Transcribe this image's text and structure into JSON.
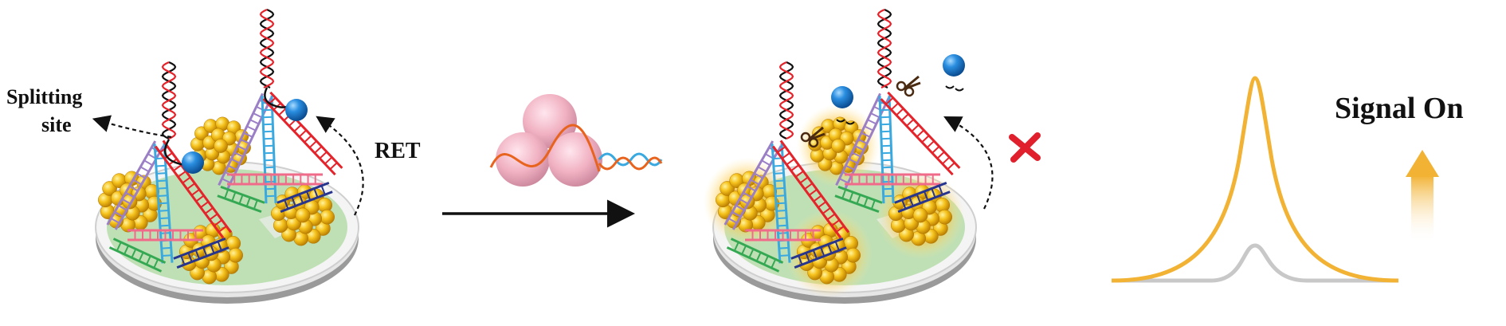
{
  "labels": {
    "splitting_line1": "Splitting",
    "splitting_line2": "site",
    "ret": "RET",
    "signal_on": "Signal On"
  },
  "icons": {
    "left_panel": "dna-tetrahedron-electrode-icon",
    "enzyme": "protein-trimer-icon",
    "arrow": "right-arrow-icon",
    "right_panel": "cleaved-tetrahedron-electrode-icon",
    "blocked": "red-cross-icon",
    "signal_curve": "signal-peak-icon",
    "up_arrow": "gradient-up-arrow-icon"
  },
  "colors": {
    "gold": "#f2b618",
    "gold_dark": "#c98a06",
    "electrode_green": "#bfe0b4",
    "electrode_rim": "#d4d4d4",
    "quencher_blue": "#1b78c9",
    "strand_red": "#e5232b",
    "strand_blue": "#39a9e0",
    "strand_purple": "#9b7fc6",
    "strand_green": "#35a853",
    "strand_pink": "#f06b8a",
    "strand_navy": "#27358f",
    "enzyme_pink": "#f2b7c6",
    "peak_orange": "#f2b233",
    "peak_gray": "#c8c8c8",
    "cross_red": "#e0202c"
  }
}
